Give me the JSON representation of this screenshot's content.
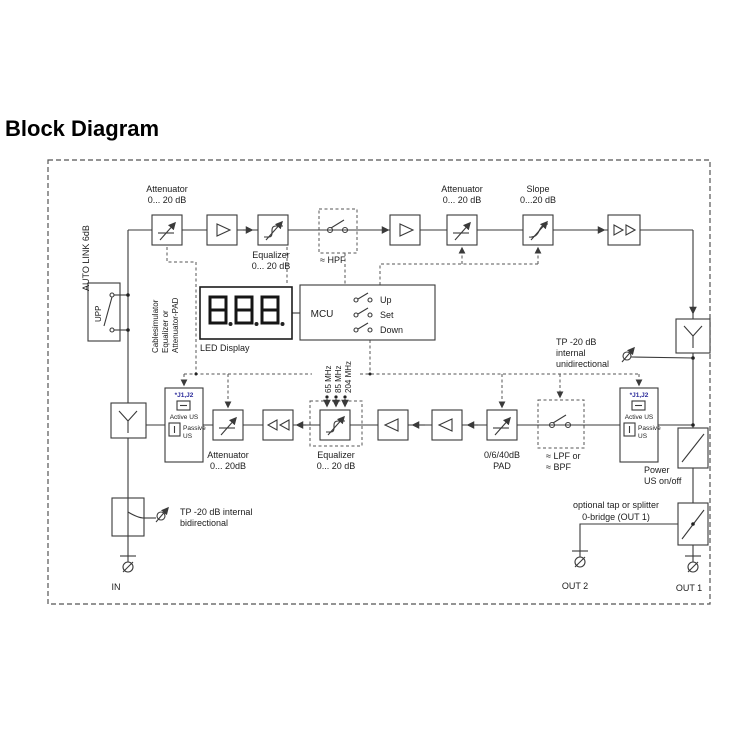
{
  "title": "Block Diagram",
  "colors": {
    "ink": "#3a3a3a",
    "accent_blue": "#2a2a9a"
  },
  "left_rail": {
    "auto_link": "AUTO LINK 6dB",
    "upp": "UPP",
    "cable_sim": [
      "Cablesimulator",
      "Equalizer or",
      "Attenuator-PAD"
    ]
  },
  "forward_path": {
    "attenuator1": [
      "Attenuator",
      "0... 20 dB"
    ],
    "equalizer": [
      "Equalizer",
      "0... 20 dB"
    ],
    "hpf": "≈ HPF",
    "attenuator2": [
      "Attenuator",
      "0... 20 dB"
    ],
    "slope": [
      "Slope",
      "0...20 dB"
    ]
  },
  "control": {
    "led_label": "LED Display",
    "led_value": "8.8.8.",
    "mcu": "MCU",
    "up": "Up",
    "set": "Set",
    "down": "Down"
  },
  "return_path": {
    "freqs": [
      "65 MHz",
      "85 MHz",
      "204 MHz"
    ],
    "attenuator": [
      "Attenuator",
      "0... 20dB"
    ],
    "equalizer": [
      "Equalizer",
      "0... 20 dB"
    ],
    "pad": [
      "0/6/40dB",
      "PAD"
    ],
    "filter": [
      "≈ LPF or",
      "≈ BPF"
    ],
    "power": [
      "Power",
      "US on/off"
    ]
  },
  "us_jumper_left": {
    "header": "*J1,J2",
    "active": "Active US",
    "passive": [
      "Passive",
      "US"
    ]
  },
  "us_jumper_right": {
    "header": "*J1,J2",
    "active": "Active US",
    "passive": [
      "Passive",
      "US"
    ]
  },
  "test_points": {
    "unidirectional": [
      "TP -20 dB",
      "internal",
      "unidirectional"
    ],
    "bidirectional": [
      "TP -20 dB internal",
      "bidirectional"
    ]
  },
  "output_note": [
    "optional tap or splitter",
    "0-bridge (OUT 1)"
  ],
  "ports": {
    "in": "IN",
    "out1": "OUT 1",
    "out2": "OUT 2"
  }
}
